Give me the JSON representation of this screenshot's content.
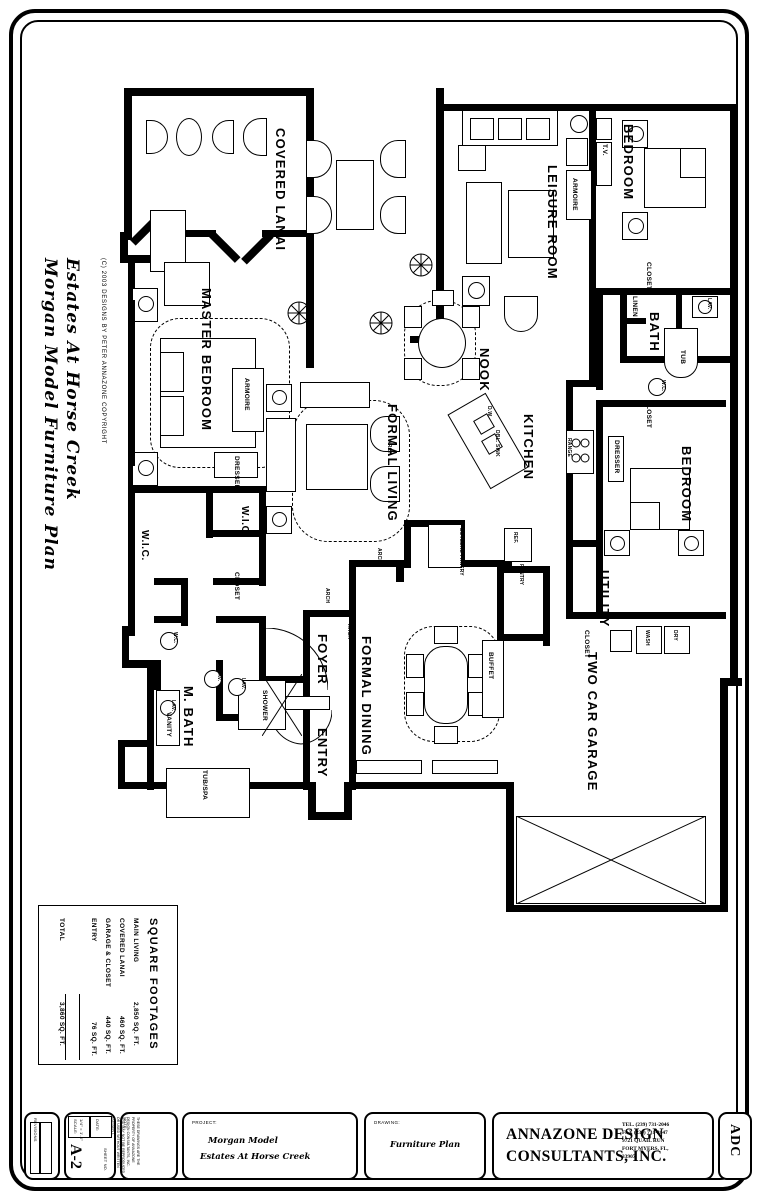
{
  "sheet": {
    "title_script_line1": "Morgan Model Furniture Plan",
    "title_script_line2": "Estates At Horse Creek",
    "copyright": "(C) 2003  DESIGNS BY PETER ANNAZONE  COPYRIGHT"
  },
  "rooms": [
    {
      "id": "covered-lanai",
      "label": "COVERED LANAI",
      "size": "big"
    },
    {
      "id": "master-bedroom",
      "label": "MASTER BEDROOM",
      "size": "big"
    },
    {
      "id": "leisure-room",
      "label": "LEISURE ROOM",
      "size": "big"
    },
    {
      "id": "bedroom-2",
      "label": "BEDROOM",
      "size": "big"
    },
    {
      "id": "bedroom-3",
      "label": "BEDROOM",
      "size": "big"
    },
    {
      "id": "bath",
      "label": "BATH",
      "size": "big"
    },
    {
      "id": "formal-living",
      "label": "FORMAL LIVING",
      "size": "big"
    },
    {
      "id": "formal-dining",
      "label": "FORMAL DINING",
      "size": "big"
    },
    {
      "id": "kitchen",
      "label": "KITCHEN",
      "size": "big"
    },
    {
      "id": "nook",
      "label": "NOOK",
      "size": "big"
    },
    {
      "id": "foyer",
      "label": "FOYER",
      "size": "big"
    },
    {
      "id": "entry",
      "label": "ENTRY",
      "size": "big"
    },
    {
      "id": "m-bath",
      "label": "M. BATH",
      "size": "big"
    },
    {
      "id": "utility",
      "label": "UTILITY",
      "size": "big"
    },
    {
      "id": "two-car-garage",
      "label": "TWO CAR GARAGE",
      "size": "big"
    },
    {
      "id": "wic-1",
      "label": "W.I.C.",
      "size": "mid"
    },
    {
      "id": "wic-2",
      "label": "W.I.C.",
      "size": "mid"
    }
  ],
  "fixtures": {
    "armoire_master": "ARMOIRE",
    "armoire_leisure": "ARMOIRE",
    "dresser_master": "DRESSER",
    "dresser_bedroom": "DRESSER",
    "tv": "T.V.",
    "closet_master": "CLOSET",
    "closet_bed2": "CLOSET",
    "closet_bed3": "CLOSET",
    "closet_utility": "CLOSET",
    "linen": "LINEN",
    "tub_bath": "TUB",
    "tub_spa": "TUB/SPA",
    "shower": "SHOWER",
    "vanity": "VANITY",
    "lav_1": "LAV.",
    "lav_2": "LAV.",
    "lav_3": "LAV.",
    "lav_4": "LAV.",
    "wc_1": "W.C.",
    "wc_2": "W.C.",
    "butlers_pantry": "BUTLERS PANTRY",
    "pantry": "PANTRY",
    "ref": "REF.",
    "range": "RANGE",
    "dbl_sink": "DBL. SINK",
    "dishwasher": "D.W.",
    "wash": "WASH",
    "dry": "DRY",
    "buffet": "BUFFET",
    "arch_1": "ARCH",
    "arch_2": "ARCH",
    "arch_3": "ARCH",
    "arch_4": "ARCH"
  },
  "square_footages": {
    "heading": "SQUARE FOOTAGES",
    "rows": [
      {
        "label": "MAIN LIVING",
        "value": "2,850 SQ. FT."
      },
      {
        "label": "COVERED LANAI",
        "value": "460 SQ. FT."
      },
      {
        "label": "GARAGE & CLOSET",
        "value": "440 SQ. FT."
      },
      {
        "label": "ENTRY",
        "value": "76 SQ. FT."
      }
    ],
    "total_label": "TOTAL",
    "total_value": "3,860 SQ. FT."
  },
  "title_block": {
    "project_caption": "PROJECT:",
    "project_line1": "Morgan Model",
    "project_line2": "Estates At Horse Creek",
    "drawing_caption": "DRAWING:",
    "drawing_name": "Furniture Plan",
    "firm_line1": "ANNAZONE DESIGN",
    "firm_line2": "CONSULTANTS, INC.",
    "contact_line1": "TEL. (239) 731-2046",
    "contact_line2": "FAX  (239) 731-2047",
    "contact_line3": "9721 QUAIL RUN",
    "contact_line4": "FORT MYERS, FL,",
    "contact_line5": "33907",
    "firm_mark": "ADC",
    "sheet_number": "A-2",
    "sheet_caption": "SHEET NO.",
    "scale_caption": "SCALE:",
    "scale_value": "1/4\" = 1'-0\"",
    "date_caption": "DATE:",
    "drawn_caption": "DRAWN BY:",
    "notes_caption": "NOTE:",
    "notes_body": "THESE DRAWINGS ARE THE PROPERTY OF ANNAZONE DESIGN CONSULTANTS, INC. AND MAY NOT BE REPRODUCED OR USED WITHOUT WRITTEN CONSENT.",
    "revisions_caption": "REVISIONS",
    "sheet_label": "SHEET"
  },
  "colors": {
    "ink": "#000000",
    "paper": "#ffffff"
  }
}
